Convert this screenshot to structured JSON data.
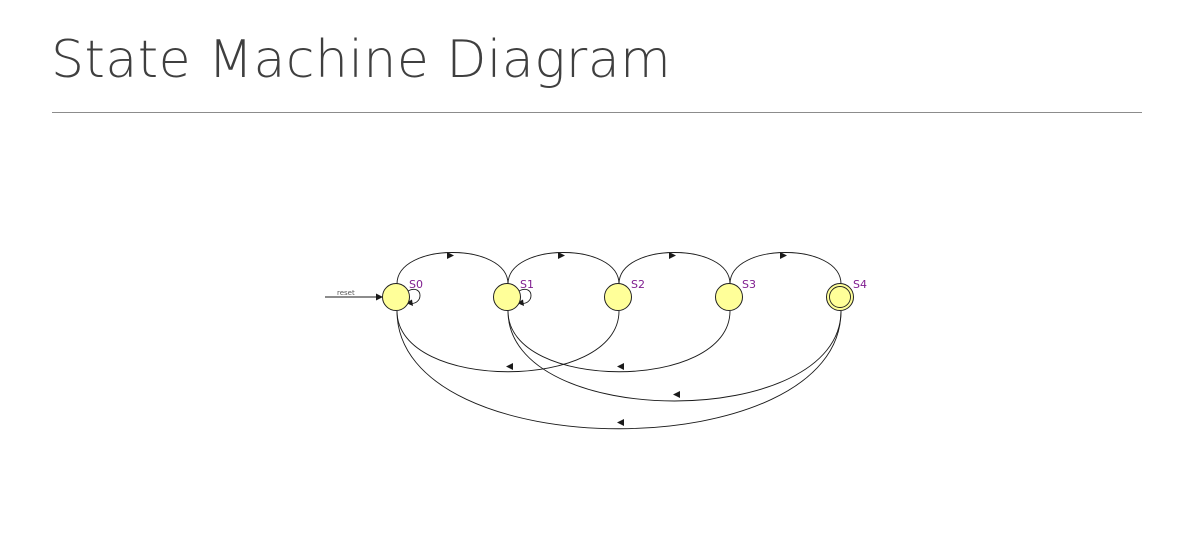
{
  "slide": {
    "title": "State Machine Diagram"
  },
  "diagram": {
    "entry_label": "reset",
    "states": [
      {
        "id": "S0",
        "label": "S0",
        "final": false
      },
      {
        "id": "S1",
        "label": "S1",
        "final": false
      },
      {
        "id": "S2",
        "label": "S2",
        "final": false
      },
      {
        "id": "S3",
        "label": "S3",
        "final": false
      },
      {
        "id": "S4",
        "label": "S4",
        "final": true
      }
    ],
    "transitions": [
      {
        "from": "reset",
        "to": "S0"
      },
      {
        "from": "S0",
        "to": "S0"
      },
      {
        "from": "S1",
        "to": "S1"
      },
      {
        "from": "S0",
        "to": "S1"
      },
      {
        "from": "S1",
        "to": "S2"
      },
      {
        "from": "S2",
        "to": "S3"
      },
      {
        "from": "S3",
        "to": "S4"
      },
      {
        "from": "S2",
        "to": "S0"
      },
      {
        "from": "S3",
        "to": "S1"
      },
      {
        "from": "S4",
        "to": "S1"
      },
      {
        "from": "S4",
        "to": "S0"
      }
    ],
    "colors": {
      "state_fill": "#ffff99",
      "state_stroke": "#222222",
      "label": "#7f1d8f",
      "edge": "#1a1a1a"
    }
  }
}
